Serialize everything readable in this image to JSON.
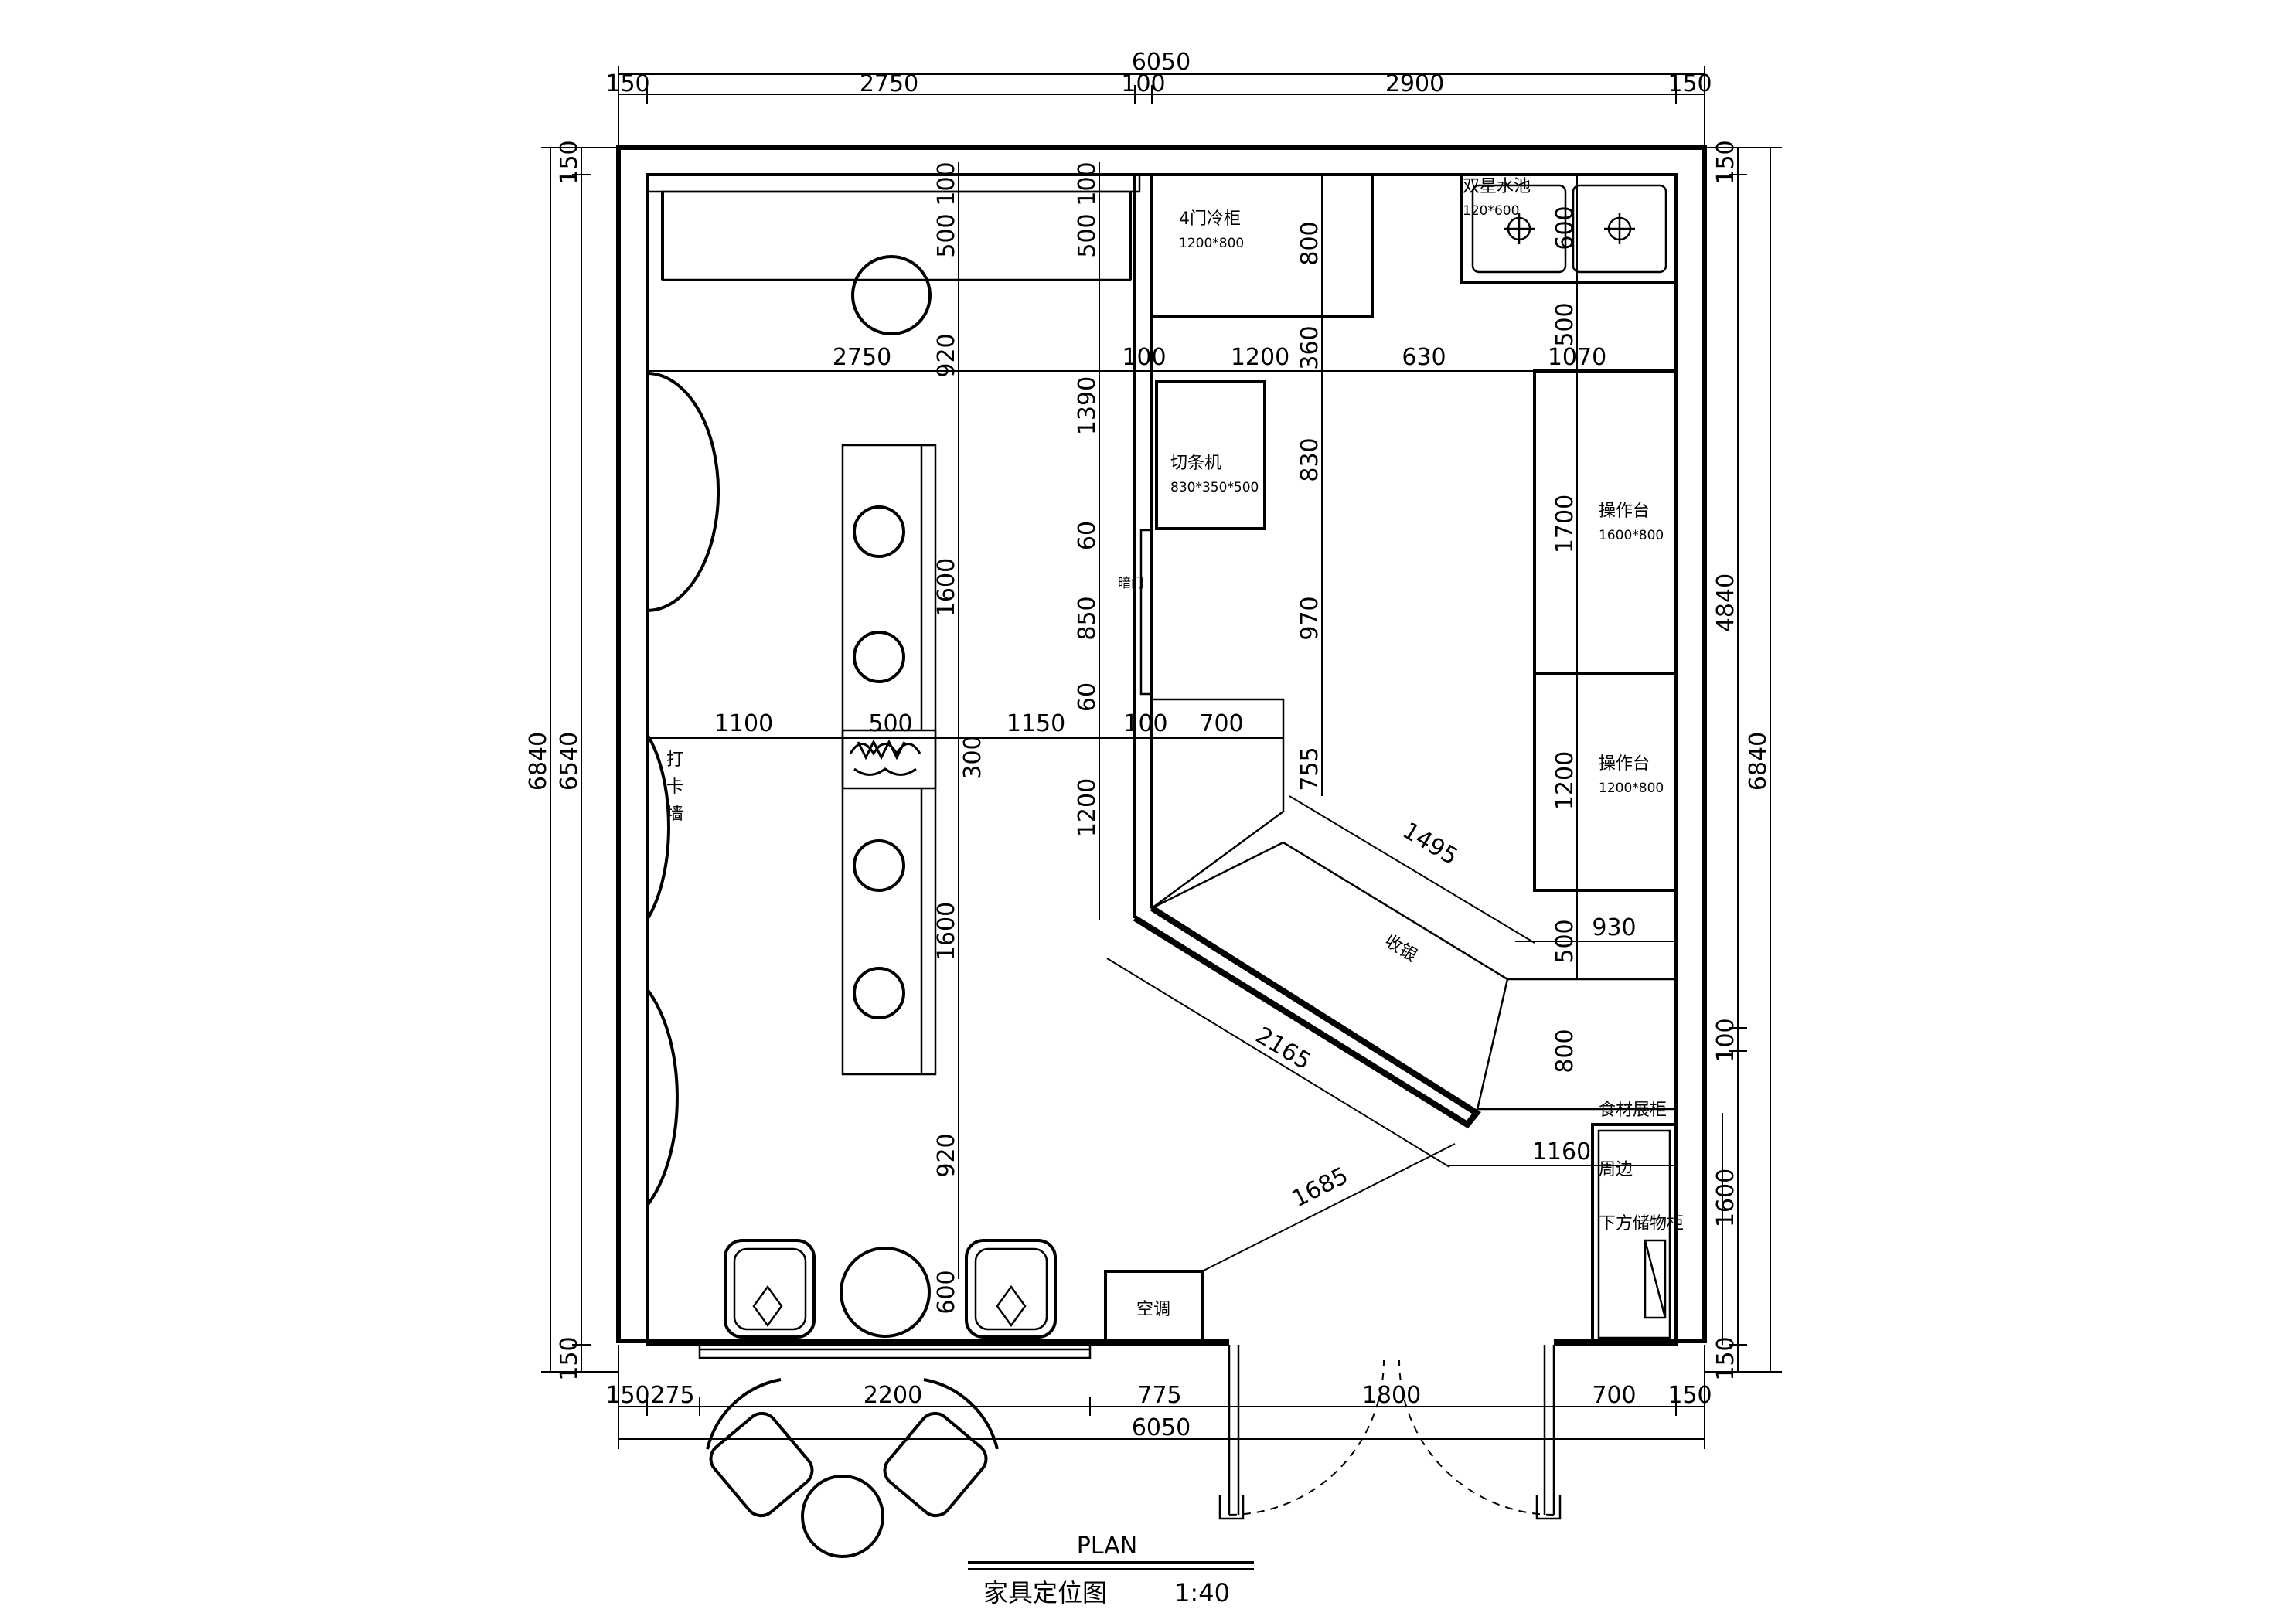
{
  "title": {
    "plan": "PLAN",
    "name": "家具定位图",
    "scale": "1:40"
  },
  "rooms": {
    "fridge": "4门冷柜",
    "fridge_size": "1200*800",
    "sink": "双星水池",
    "sink_size": "120*600",
    "cutter": "切条机",
    "cutter_size": "830*350*500",
    "counter1": "操作台",
    "counter1_size": "1600*800",
    "counter2": "操作台",
    "counter2_size": "1200*800",
    "cashier": "收银",
    "wall_checkin": "打卡墙",
    "aircon": "空调",
    "shelf1": "食材展柜",
    "shelf2": "周边",
    "shelf3": "下方储物柜",
    "hidden_door": "暗门"
  },
  "dims": {
    "top_total": "6050",
    "top_150a": "150",
    "top_2750": "2750",
    "top_100": "100",
    "top_2900": "2900",
    "top_150b": "150",
    "bot_150a": "150",
    "bot_275": "275",
    "bot_2200": "2200",
    "bot_775": "775",
    "bot_1800": "1800",
    "bot_700": "700",
    "bot_150b": "150",
    "bot_total": "6050",
    "left_6840": "6840",
    "left_6540": "6540",
    "left_150a": "150",
    "left_150b": "150",
    "right_6840": "6840",
    "right_4840": "4840",
    "right_150a": "150",
    "right_100": "100",
    "right_1600": "1600",
    "right_150b": "150",
    "d_100a": "100",
    "d_500a": "500",
    "d_100b": "100",
    "d_500b": "500",
    "d_920a": "920",
    "d_2750": "2750",
    "d_100c": "100",
    "d_1200a": "1200",
    "d_360": "360",
    "d_630": "630",
    "d_1070": "1070",
    "d_800a": "800",
    "d_600": "600",
    "d_500c": "500",
    "d_1390": "1390",
    "d_830": "830",
    "d_60a": "60",
    "d_850": "850",
    "d_60b": "60",
    "d_970": "970",
    "d_1600a": "1600",
    "d_1700": "1700",
    "d_1100": "1100",
    "d_500d": "500",
    "d_1150": "1150",
    "d_100d": "100",
    "d_700": "700",
    "d_300": "300",
    "d_755": "755",
    "d_1200b": "1200",
    "d_1200c": "1200",
    "d_1495": "1495",
    "d_930": "930",
    "d_500e": "500",
    "d_1600b": "1600",
    "d_2165": "2165",
    "d_800b": "800",
    "d_1160": "1160",
    "d_1685": "1685",
    "d_920b": "920",
    "d_600b": "600"
  }
}
